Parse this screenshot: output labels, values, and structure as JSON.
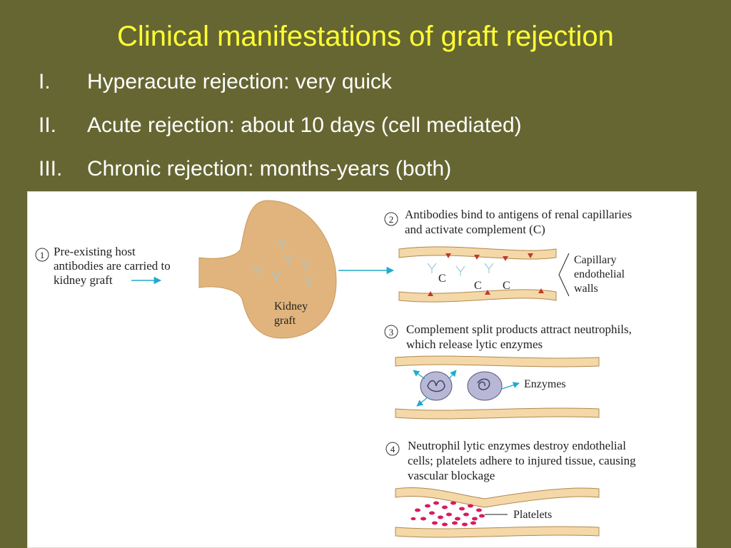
{
  "slide": {
    "title": "Clinical manifestations of graft rejection",
    "items": [
      {
        "num": "I.",
        "text": "Hyperacute rejection: very quick"
      },
      {
        "num": "II.",
        "text": "Acute rejection: about 10 days (cell mediated)"
      },
      {
        "num": "III.",
        "text": "Chronic rejection: months-years (both)"
      }
    ]
  },
  "figure": {
    "step1": {
      "num": "1",
      "lines": [
        "Pre-existing host",
        "antibodies are carried to",
        "kidney graft"
      ]
    },
    "kidney_label": [
      "Kidney",
      "graft"
    ],
    "step2": {
      "num": "2",
      "lines": [
        "Antibodies bind to antigens of renal capillaries",
        "and activate complement (C)"
      ]
    },
    "complement_labels": [
      "C",
      "C",
      "C"
    ],
    "capillary_label": [
      "Capillary",
      "endothelial",
      "walls"
    ],
    "step3": {
      "num": "3",
      "lines": [
        "Complement split products attract neutrophils,",
        "which release lytic enzymes"
      ]
    },
    "enzymes_label": "Enzymes",
    "step4": {
      "num": "4",
      "lines": [
        "Neutrophil lytic enzymes destroy endothelial",
        "cells; platelets adhere to injured tissue, causing",
        "vascular blockage"
      ]
    },
    "platelets_label": "Platelets",
    "colors": {
      "background": "#666633",
      "title": "#ffff33",
      "kidney": "#e0b47c",
      "vessel": "#f4d8a8",
      "arrow": "#22aacc",
      "platelet": "#d81b60",
      "antigen": "#c0392b",
      "neutrophil": "#b8b8d6"
    }
  }
}
